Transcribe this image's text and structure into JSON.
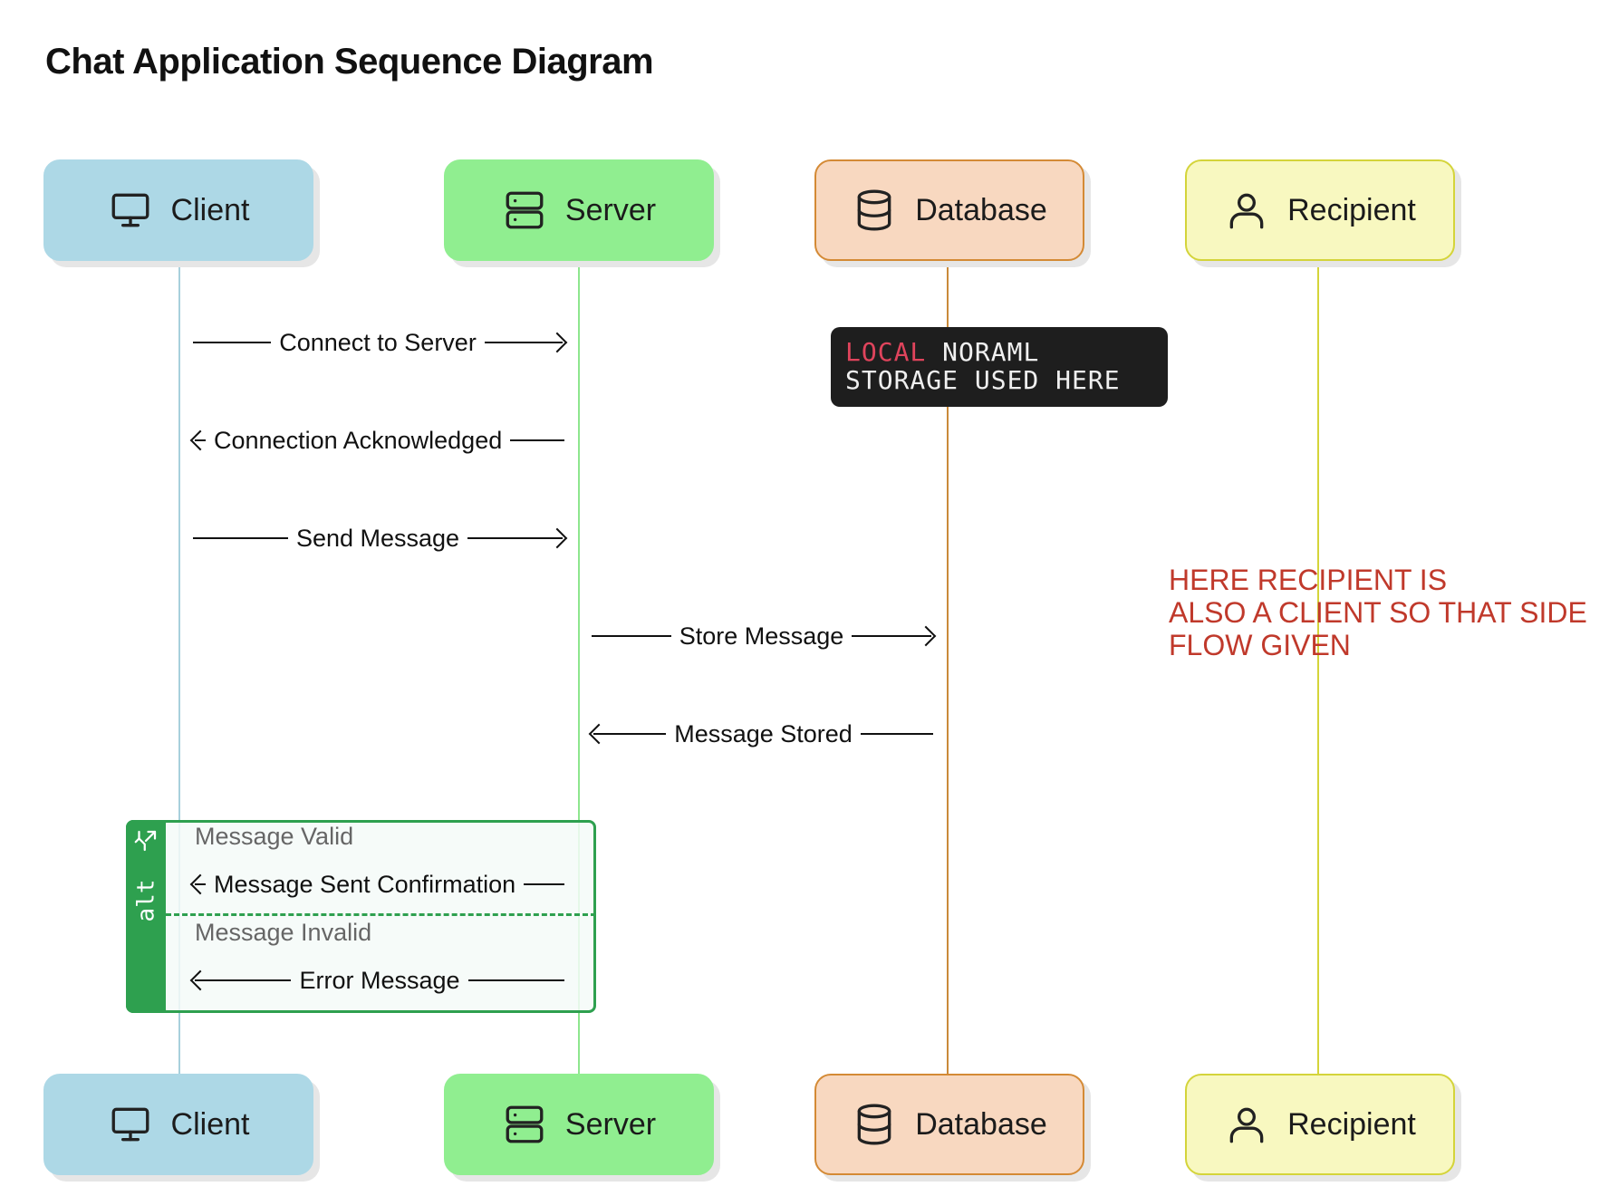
{
  "title": "Chat Application Sequence Diagram",
  "actors": [
    {
      "label": "Client",
      "icon": "monitor-icon",
      "fill": "#add8e6",
      "border": "#add8e6",
      "lifeline": "#a8d0dc"
    },
    {
      "label": "Server",
      "icon": "server-icon",
      "fill": "#90ee90",
      "border": "#90ee90",
      "lifeline": "#8ee68e"
    },
    {
      "label": "Database",
      "icon": "database-icon",
      "fill": "#f8d8c0",
      "border": "#d48a35",
      "lifeline": "#c98a3a"
    },
    {
      "label": "Recipient",
      "icon": "user-icon",
      "fill": "#f8f8c0",
      "border": "#d4d43a",
      "lifeline": "#d4d43a"
    }
  ],
  "messages": [
    {
      "text": "Connect to Server",
      "from": "Client",
      "to": "Server"
    },
    {
      "text": "Connection Acknowledged",
      "from": "Server",
      "to": "Client"
    },
    {
      "text": "Send Message",
      "from": "Client",
      "to": "Server"
    },
    {
      "text": "Store Message",
      "from": "Server",
      "to": "Database"
    },
    {
      "text": "Message Stored",
      "from": "Database",
      "to": "Server"
    }
  ],
  "alt": {
    "label": "alt",
    "condition_1": "Message Valid",
    "message_1": "Message Sent Confirmation",
    "condition_2": "Message Invalid",
    "message_2": "Error Message"
  },
  "note": {
    "word_highlight": "LOCAL",
    "line1_rest": " NORAML",
    "line2": "STORAGE USED HERE"
  },
  "annotation": {
    "line1": "HERE RECIPIENT IS",
    "line2": "ALSO A CLIENT SO THAT SIDE",
    "line3": "FLOW GIVEN"
  }
}
